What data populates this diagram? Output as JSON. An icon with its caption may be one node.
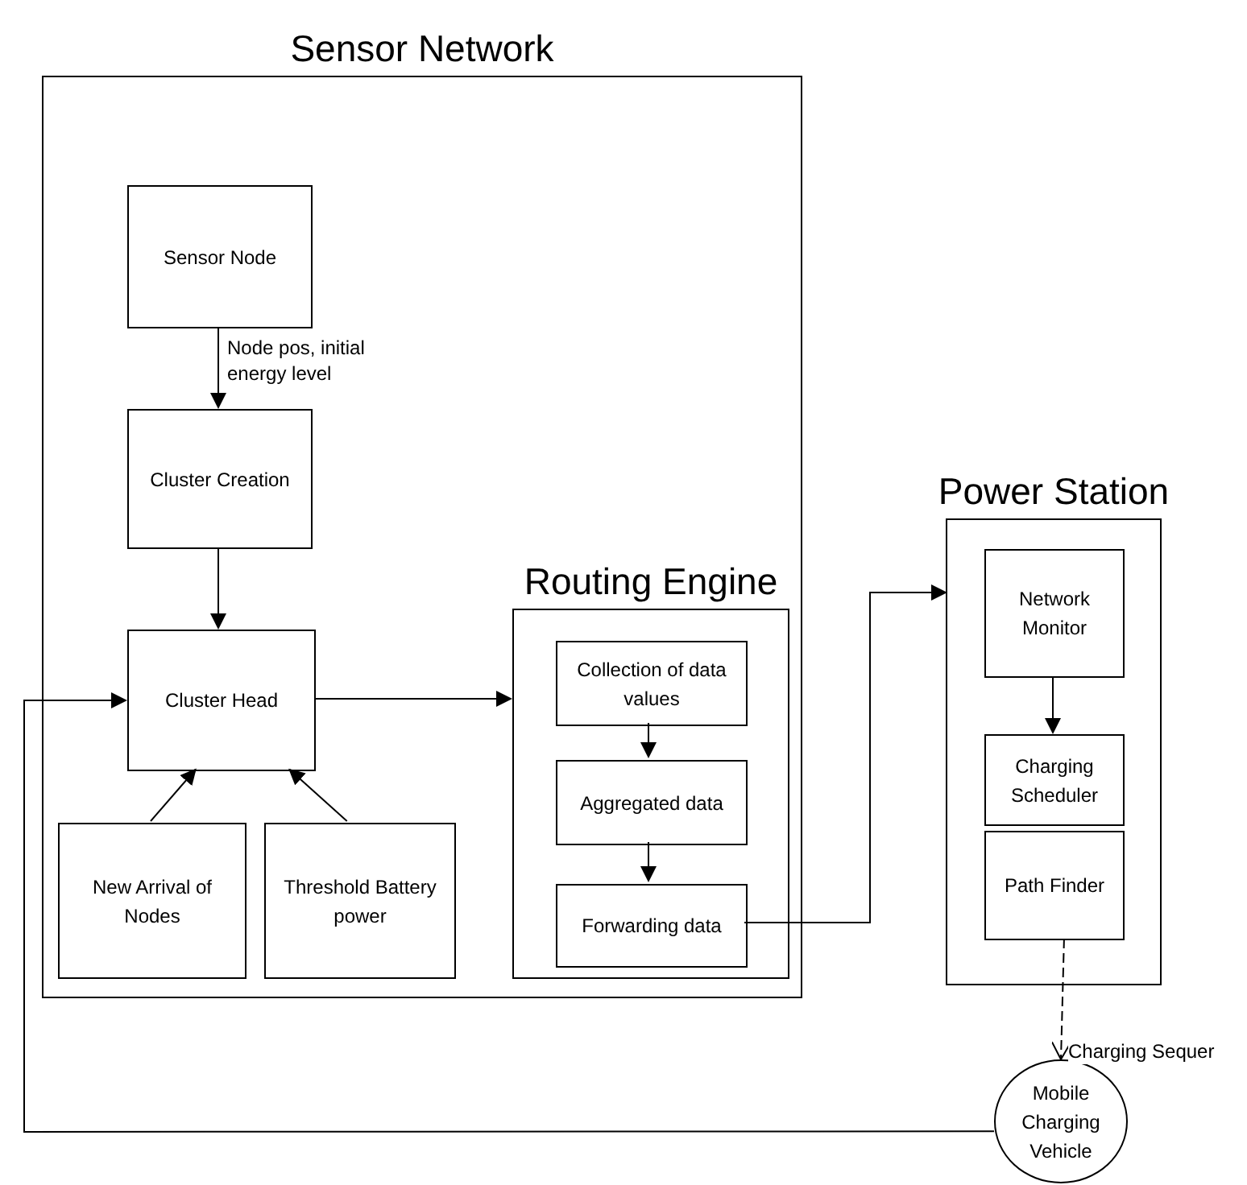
{
  "diagram": {
    "nodes": [
      {
        "text": [
          "Sensor Network"
        ]
      },
      {
        "text": [
          "Sensor Node"
        ],
        "in": 0
      },
      {
        "text": [
          "Cluster Creation"
        ],
        "in": 0
      },
      {
        "text": [
          "Cluster Head"
        ],
        "in": 0
      },
      {
        "text": [
          "New Arrival of Nodes"
        ],
        "in": 0
      },
      {
        "text": [
          "Threshold Battery power"
        ],
        "in": 0
      },
      {
        "text": [
          "Routing Engine"
        ],
        "in": 0
      },
      {
        "text": [
          "Collection of data values"
        ],
        "in": 6
      },
      {
        "text": [
          "Aggregated data"
        ],
        "in": 6
      },
      {
        "text": [
          "Forwarding data"
        ],
        "in": 6
      },
      {
        "text": [
          "Power Station"
        ]
      },
      {
        "text": [
          "Network Monitor"
        ],
        "in": 10
      },
      {
        "text": [
          "Charging Scheduler"
        ],
        "in": 10
      },
      {
        "text": [
          "Path Finder"
        ],
        "in": 10
      },
      {
        "text": [
          "Mobile Charging Vehicle"
        ]
      }
    ],
    "edges": [
      {
        "from": 1,
        "to": 2,
        "arrow": "to",
        "label": "Node pos, initial energy level"
      },
      {
        "from": 2,
        "to": 3,
        "arrow": "to"
      },
      {
        "from": 4,
        "to": 3,
        "arrow": "to"
      },
      {
        "from": 5,
        "to": 3,
        "arrow": "to"
      },
      {
        "from": 3,
        "to": 6,
        "arrow": "to"
      },
      {
        "from": 7,
        "to": 8,
        "arrow": "to"
      },
      {
        "from": 8,
        "to": 9,
        "arrow": "to"
      },
      {
        "from": 9,
        "to": 10,
        "arrow": "to"
      },
      {
        "from": 11,
        "to": 12,
        "arrow": "to"
      },
      {
        "from": 13,
        "to": 14,
        "arrow": "to",
        "style": "dashed",
        "label": "Charging Sequer"
      },
      {
        "from": 14,
        "to": 3,
        "arrow": "to"
      }
    ]
  }
}
